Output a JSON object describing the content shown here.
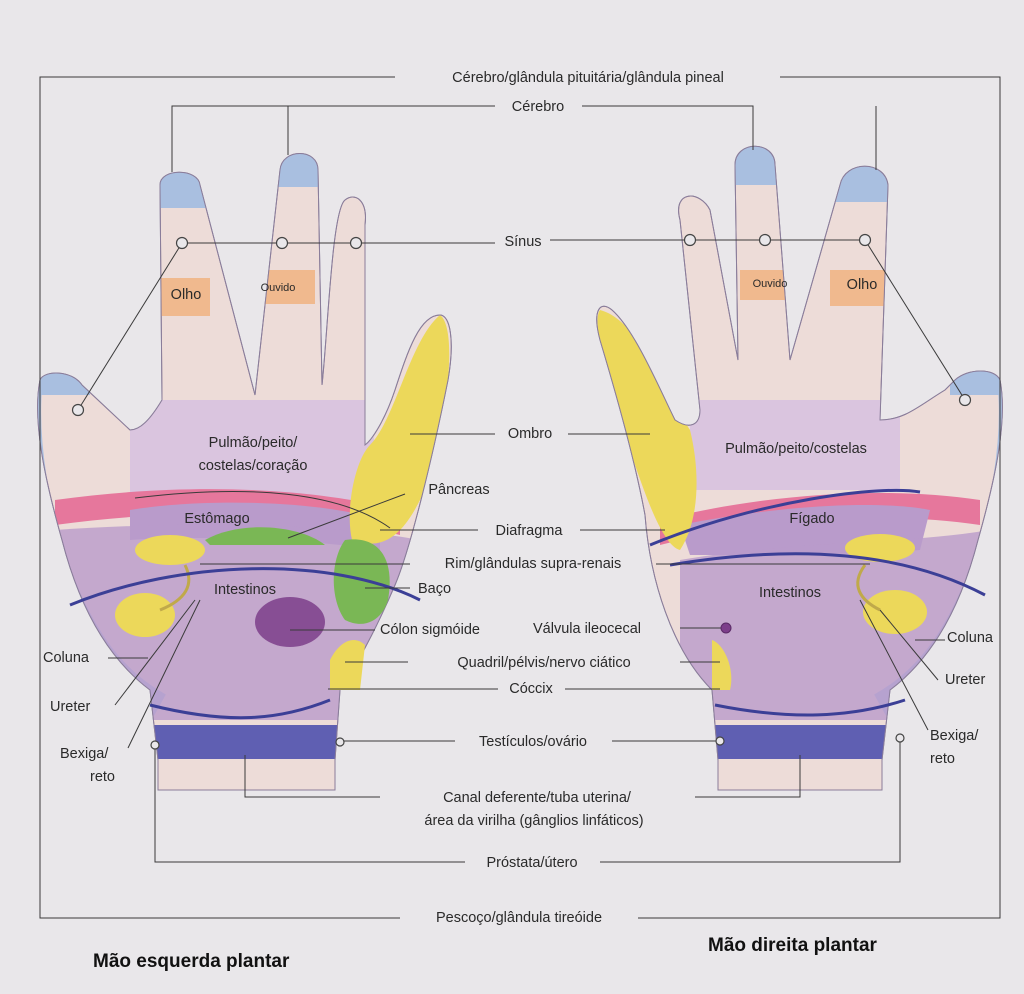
{
  "labels": {
    "cerebro_pituitaria": "Cérebro/glândula pituitária/glândula pineal",
    "cerebro": "Cérebro",
    "sinus": "Sínus",
    "ombro": "Ombro",
    "pancreas": "Pâncreas",
    "diafragma": "Diafragma",
    "rim": "Rim/glândulas supra-renais",
    "baco": "Baço",
    "colon": "Cólon sigmóide",
    "valvula": "Válvula ileocecal",
    "quadril": "Quadril/pélvis/nervo ciático",
    "coccix": "Cóccix",
    "testiculos": "Testículos/ovário",
    "canal_l1": "Canal deferente/tuba uterina/",
    "canal_l2": "área da virilha (gânglios linfáticos)",
    "prostata": "Próstata/útero",
    "pescoco": "Pescoço/glândula tireóide",
    "coluna_left": "Coluna",
    "ureter_left": "Ureter",
    "bexiga_left_l1": "Bexiga/",
    "bexiga_left_l2": "reto",
    "coluna_right": "Coluna",
    "ureter_right": "Ureter",
    "bexiga_right_l1": "Bexiga/",
    "bexiga_right_l2": "reto"
  },
  "left_hand": {
    "title": "Mão esquerda plantar",
    "olho": "Olho",
    "ouvido": "Ouvido",
    "pulmao_l1": "Pulmão/peito/",
    "pulmao_l2": "costelas/coração",
    "estomago": "Estômago",
    "intestinos": "Intestinos"
  },
  "right_hand": {
    "title": "Mão direita plantar",
    "olho": "Olho",
    "ouvido": "Ouvido",
    "pulmao": "Pulmão/peito/costelas",
    "figado": "Fígado",
    "intestinos": "Intestinos"
  },
  "colors": {
    "skin": "#eddcd8",
    "blue": "#a9bfe0",
    "orange": "#f0b98e",
    "lavender": "#dac5df",
    "purple": "#b99bcb",
    "pink": "#e6779c",
    "yellow": "#ecd85a",
    "green": "#7ab755",
    "navy": "#4a4f9e",
    "dark_purple": "#7c3e8a"
  }
}
